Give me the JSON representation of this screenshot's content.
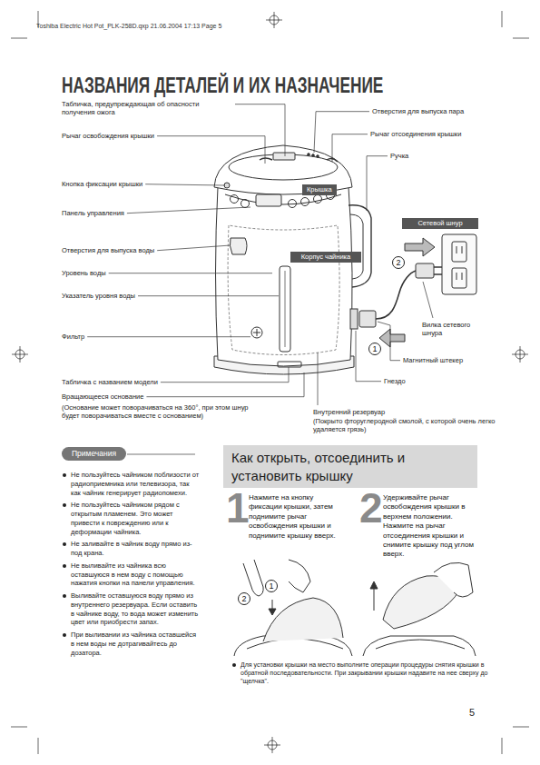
{
  "diagram": {
    "title": "НАЗВАНИЯ ДЕТАЛЕЙ И ИХ НАЗНАЧЕНИЕ",
    "nodes": [
      {
        "text": [
          "Крышка"
        ]
      },
      {
        "text": [
          "Сетевой шнур"
        ]
      },
      {
        "text": [
          "Корпус чайника"
        ]
      },
      {
        "text": [
          "2"
        ]
      },
      {
        "text": [
          "1"
        ]
      },
      {
        "text": [
          "Примечания"
        ]
      },
      {
        "text": [
          "Как открыть, отсоединить и установить крышку"
        ]
      },
      {
        "text": [
          "2"
        ]
      },
      {
        "text": [
          "1"
        ]
      }
    ],
    "labels": [
      "Toshiba Electric Hot Pot_PLK-258D.qxp 21.06.2004 17:13 Page 5",
      "Табличка, предупреждающая об опасности получения ожога",
      "Рычаг освобождения крышки",
      "Кнопка фиксации крышки",
      "Панель управления",
      "Отверстия для выпуска воды",
      "Уровень воды",
      "Указатель уровня воды",
      "Фильтр",
      "Табличка с названием модели",
      "Вращающееся основание",
      "(Основание может поворачиваться на 360°, при этом шнур будет поворачиваться вместе с основанием)",
      "Отверстия для выпуска пара",
      "Рычаг отсоединения крышки",
      "Ручка",
      "Вилка сетевого шнура",
      "Магнитный штекер",
      "Гнездо",
      "Внутренний резервуар",
      "(Покрыто фторуглеродной смолой, с которой очень легко удаляется грязь)",
      "Не пользуйтесь чайником поблизости от радиоприемника или телевизора, так как чайник генерирует радиопомехи.",
      "Не пользуйтесь чайником рядом с открытым пламенем. Это может привести к повреждению или к деформации чайника.",
      "Не заливайте в чайник воду прямо из-под крана.",
      "Не выливайте из чайника всю оставшуюся в нем воду с помощью нажатия кнопки на панели управления.",
      "Выливайте оставшуюся воду прямо из внутреннего резервуара. Если оставить в чайнике воду, то вода может изменить цвет или приобрести запах.",
      "При выливании из чайника оставшейся в нем воды не дотрагивайтесь до дозатора.",
      "1",
      "Нажмите на кнопку фиксации крышки, затем поднимите рычаг освобождения крышки и поднимите крышку вверх.",
      "2",
      "Удерживайте рычаг освобождения крышки в верхнем положении. Нажмите на рычаг отсоединения крышки и снимите крышку под углом вверх.",
      "Для установки крышки на место выполните операции процедуры снятия крышки в обратной последовательности. При закрывании крышки надавите на нее сверху до \"щелчка\".",
      "5"
    ]
  }
}
